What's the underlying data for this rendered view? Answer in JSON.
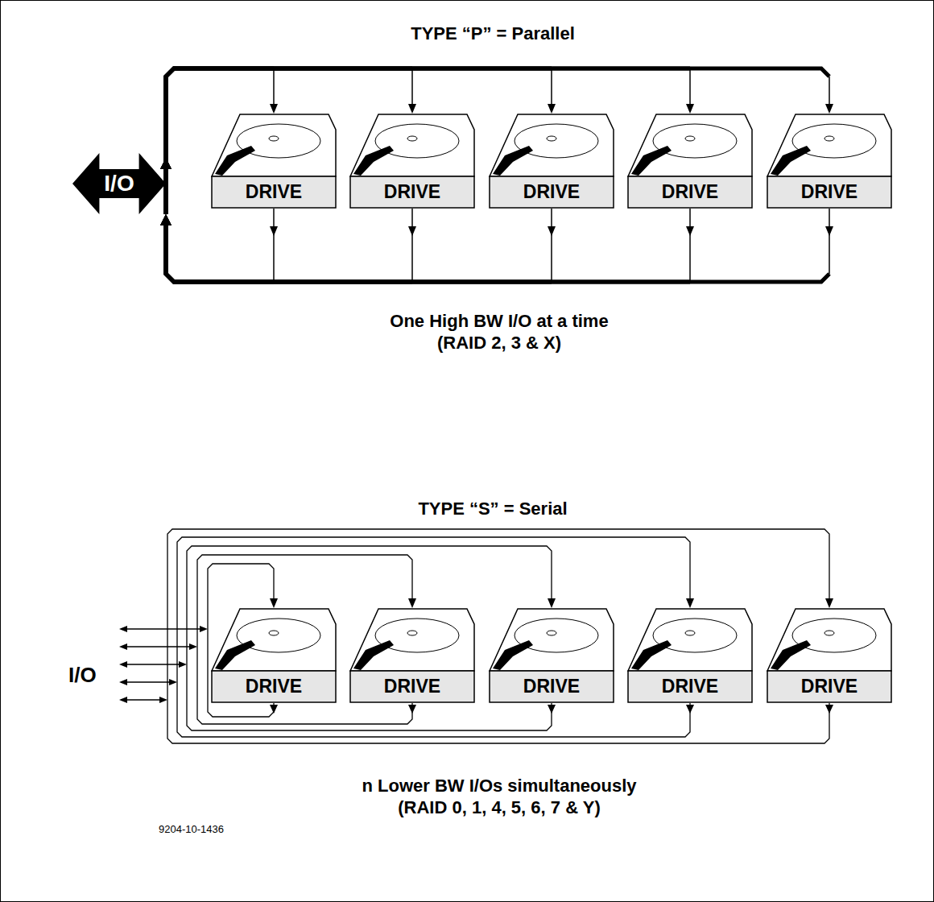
{
  "diagram": {
    "nodes": [
      {
        "text": [
          "I/O"
        ]
      },
      {
        "text": [
          "DRIVE"
        ]
      },
      {
        "text": [
          "DRIVE"
        ]
      },
      {
        "text": [
          "DRIVE"
        ]
      },
      {
        "text": [
          "DRIVE"
        ]
      },
      {
        "text": [
          "DRIVE"
        ]
      },
      {
        "text": [
          "DRIVE"
        ]
      },
      {
        "text": [
          "DRIVE"
        ]
      },
      {
        "text": [
          "DRIVE"
        ]
      },
      {
        "text": [
          "DRIVE"
        ]
      },
      {
        "text": [
          "DRIVE"
        ]
      }
    ],
    "edges": [
      {
        "from": 0,
        "to": 1,
        "arrow": "to"
      },
      {
        "from": 0,
        "to": 2,
        "arrow": "to"
      },
      {
        "from": 0,
        "to": 3,
        "arrow": "to"
      },
      {
        "from": 0,
        "to": 4,
        "arrow": "to"
      },
      {
        "from": 0,
        "to": 5,
        "arrow": "to"
      },
      {
        "from": 1,
        "to": 0,
        "arrow": "to"
      },
      {
        "from": 2,
        "to": 0,
        "arrow": "to"
      },
      {
        "from": 3,
        "to": 0,
        "arrow": "to"
      },
      {
        "from": 4,
        "to": 0,
        "arrow": "to"
      },
      {
        "from": 5,
        "to": 0,
        "arrow": "to"
      }
    ],
    "labels": [
      "TYPE “P” = Parallel",
      "One High BW I/O at a time (RAID 2, 3 & X)",
      "TYPE “S” = Serial",
      "I/O",
      "n Lower BW I/Os simultaneously (RAID 0, 1, 4, 5, 6, 7 & Y)",
      "9204-10-1436"
    ]
  }
}
